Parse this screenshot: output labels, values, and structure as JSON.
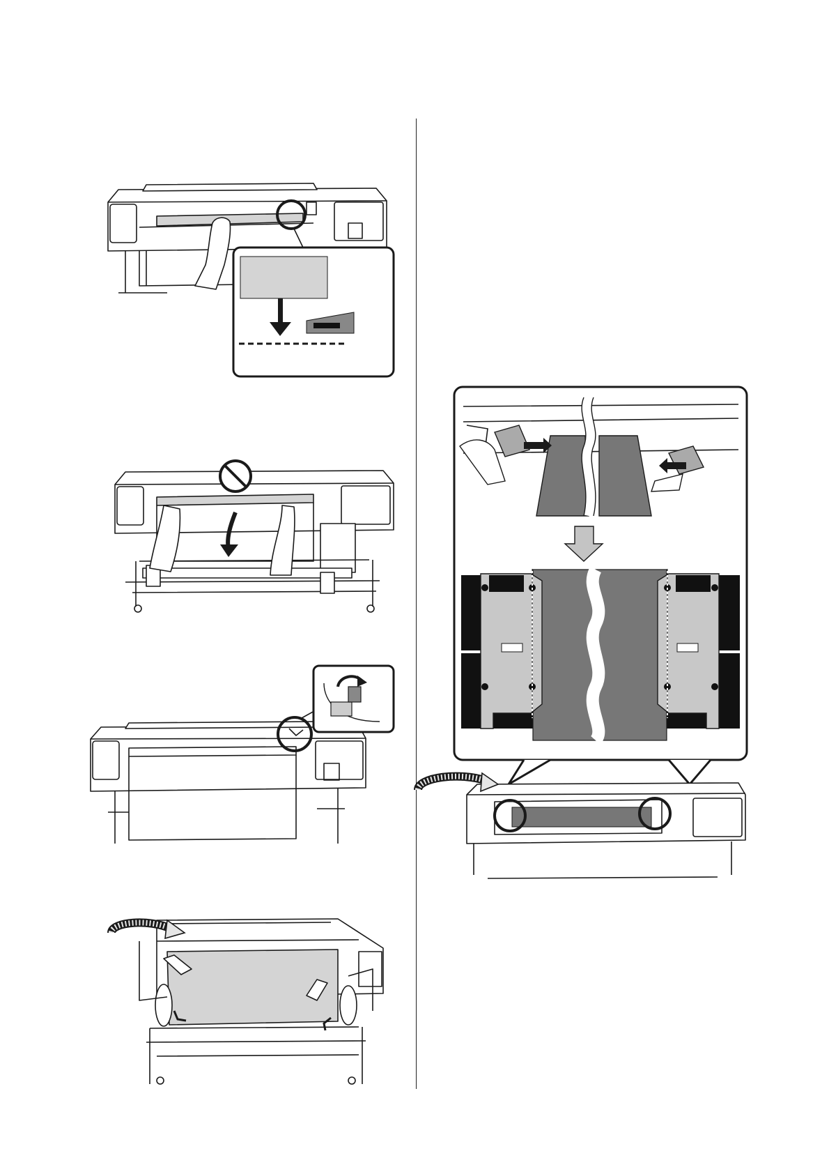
{
  "page": {
    "figures": [
      {
        "id": "fig1",
        "icon": "printer-insert-media-icon"
      },
      {
        "id": "fig2",
        "icon": "printer-do-not-pull-media-icon"
      },
      {
        "id": "fig3",
        "icon": "printer-lower-load-lever-icon"
      },
      {
        "id": "fig4",
        "icon": "printer-rotate-roll-holders-icon"
      },
      {
        "id": "fig5",
        "icon": "printer-media-edge-plates-icon"
      }
    ],
    "colors": {
      "line": "#1a1a1a",
      "media_light": "#d4d4d4",
      "media_dark": "#777777",
      "plate_bg": "#111111",
      "highlight": "#a8a8a8"
    }
  }
}
